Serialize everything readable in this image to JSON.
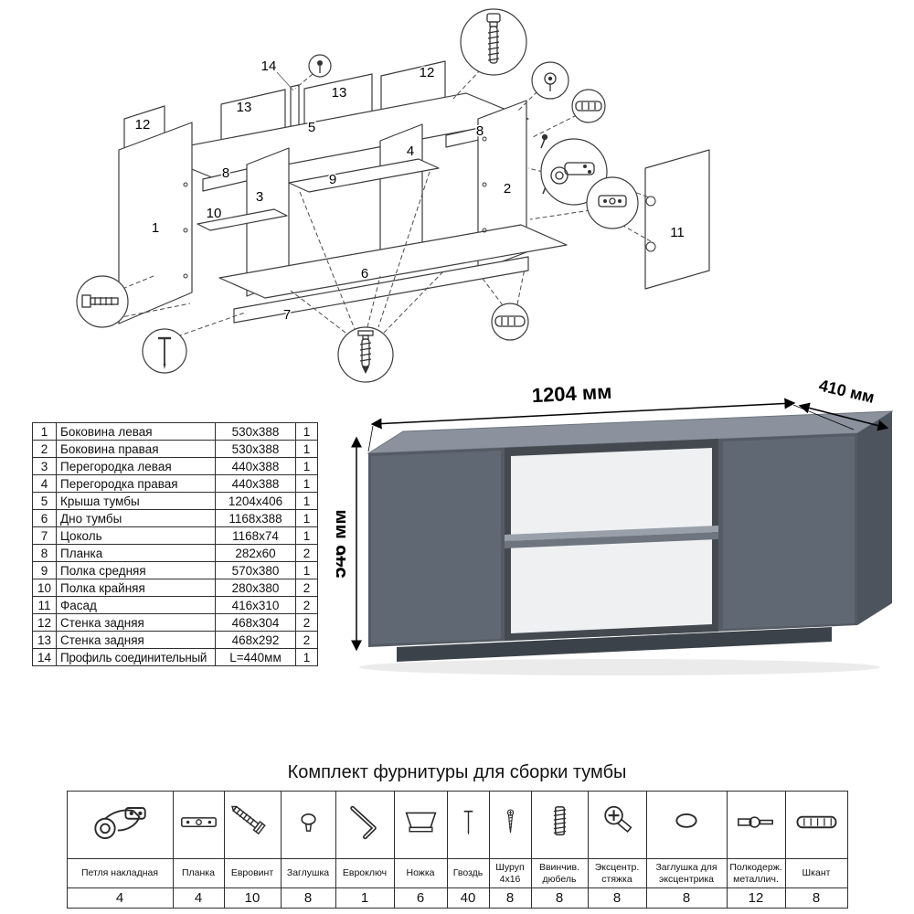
{
  "exploded": {
    "part_labels": [
      "1",
      "2",
      "3",
      "4",
      "5",
      "6",
      "7",
      "8",
      "9",
      "10",
      "11",
      "12",
      "13",
      "14"
    ]
  },
  "parts_table": {
    "rows": [
      {
        "num": "1",
        "name": "Боковина левая",
        "size": "530x388",
        "qty": "1"
      },
      {
        "num": "2",
        "name": "Боковина правая",
        "size": "530x388",
        "qty": "1"
      },
      {
        "num": "3",
        "name": "Перегородка левая",
        "size": "440x388",
        "qty": "1"
      },
      {
        "num": "4",
        "name": "Перегородка правая",
        "size": "440x388",
        "qty": "1"
      },
      {
        "num": "5",
        "name": "Крыша тумбы",
        "size": "1204x406",
        "qty": "1"
      },
      {
        "num": "6",
        "name": "Дно тумбы",
        "size": "1168x388",
        "qty": "1"
      },
      {
        "num": "7",
        "name": "Цоколь",
        "size": "1168x74",
        "qty": "1"
      },
      {
        "num": "8",
        "name": "Планка",
        "size": "282x60",
        "qty": "2"
      },
      {
        "num": "9",
        "name": "Полка средняя",
        "size": "570x380",
        "qty": "1"
      },
      {
        "num": "10",
        "name": "Полка крайняя",
        "size": "280x380",
        "qty": "2"
      },
      {
        "num": "11",
        "name": "Фасад",
        "size": "416x310",
        "qty": "2"
      },
      {
        "num": "12",
        "name": "Стенка задняя",
        "size": "468x304",
        "qty": "2"
      },
      {
        "num": "13",
        "name": "Стенка задняя",
        "size": "468x292",
        "qty": "2"
      },
      {
        "num": "14",
        "name": "Профиль соединительный",
        "size": "L=440мм",
        "qty": "1"
      }
    ]
  },
  "render": {
    "width_label": "1204 мм",
    "depth_label": "410 мм",
    "height_label": "546 мм",
    "colors": {
      "front": "#545b64",
      "door": "#606873",
      "top": "#8b929d",
      "side": "#4e545e",
      "interior": "#eef0f2",
      "shelf": "#99a0aa"
    }
  },
  "hardware": {
    "title": "Комплект фурнитуры для сборки тумбы",
    "items": [
      {
        "name": "Петля накладная",
        "qty": "4",
        "icon": "hinge-icon"
      },
      {
        "name": "Планка",
        "qty": "4",
        "icon": "plate-icon"
      },
      {
        "name": "Евровинт",
        "qty": "10",
        "icon": "euroscrew-icon"
      },
      {
        "name": "Заглушка",
        "qty": "8",
        "icon": "cap-icon"
      },
      {
        "name": "Евроключ",
        "qty": "1",
        "icon": "hex-key-icon"
      },
      {
        "name": "Ножка",
        "qty": "6",
        "icon": "leg-icon"
      },
      {
        "name": "Гвоздь",
        "qty": "40",
        "icon": "nail-icon"
      },
      {
        "name": "Шуруп 4x16",
        "qty": "8",
        "icon": "screw-icon"
      },
      {
        "name": "Ввинчив. дюбель",
        "qty": "8",
        "icon": "threaded-dowel-icon"
      },
      {
        "name": "Эксцентр. стяжка",
        "qty": "8",
        "icon": "eccentric-icon"
      },
      {
        "name": "Заглушка для эксцентрика",
        "qty": "8",
        "icon": "eccentric-cap-icon"
      },
      {
        "name": "Полкодерж. металлич.",
        "qty": "12",
        "icon": "shelf-support-icon"
      },
      {
        "name": "Шкант",
        "qty": "8",
        "icon": "dowel-icon"
      }
    ]
  }
}
